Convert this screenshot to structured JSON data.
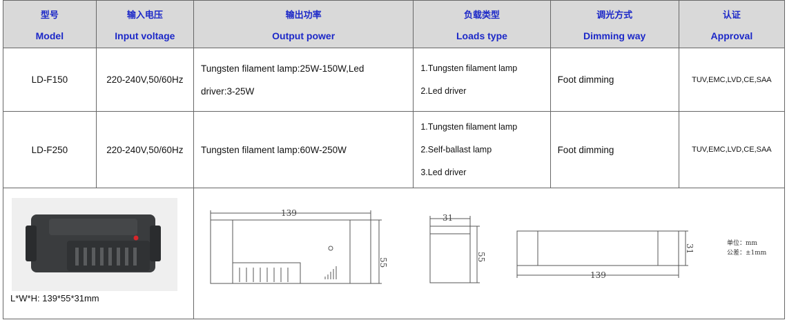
{
  "header": {
    "model": {
      "cn": "型号",
      "en": "Model"
    },
    "input": {
      "cn": "输入电压",
      "en": "Input voltage"
    },
    "output": {
      "cn": "输出功率",
      "en": "Output power"
    },
    "loads": {
      "cn": "负载类型",
      "en": "Loads type"
    },
    "dimming": {
      "cn": "调光方式",
      "en": "Dimming way"
    },
    "approval": {
      "cn": "认证",
      "en": "Approval"
    }
  },
  "rows": [
    {
      "model": "LD-F150",
      "input": "220-240V,50/60Hz",
      "output_lines": [
        "Tungsten filament lamp:25W-150W,Led",
        "driver:3-25W"
      ],
      "loads": [
        "1.Tungsten filament lamp",
        "2.Led driver"
      ],
      "dimming": "Foot dimming",
      "approval": "TUV,EMC,LVD,CE,SAA"
    },
    {
      "model": "LD-F250",
      "input": "220-240V,50/60Hz",
      "output_lines": [
        "Tungsten filament lamp:60W-250W"
      ],
      "loads": [
        "1.Tungsten filament lamp",
        "2.Self-ballast lamp",
        "3.Led driver"
      ],
      "dimming": "Foot dimming",
      "approval": "TUV,EMC,LVD,CE,SAA"
    }
  ],
  "product": {
    "dims_label": "L*W*H: 139*55*31mm",
    "drawing": {
      "top_length": "139",
      "height_a": "55",
      "side_width": "31",
      "height_b": "55",
      "bottom_length": "139",
      "height_c": "31",
      "unit_note": "单位：mm",
      "tolerance_note": "公差：±1mm"
    }
  }
}
